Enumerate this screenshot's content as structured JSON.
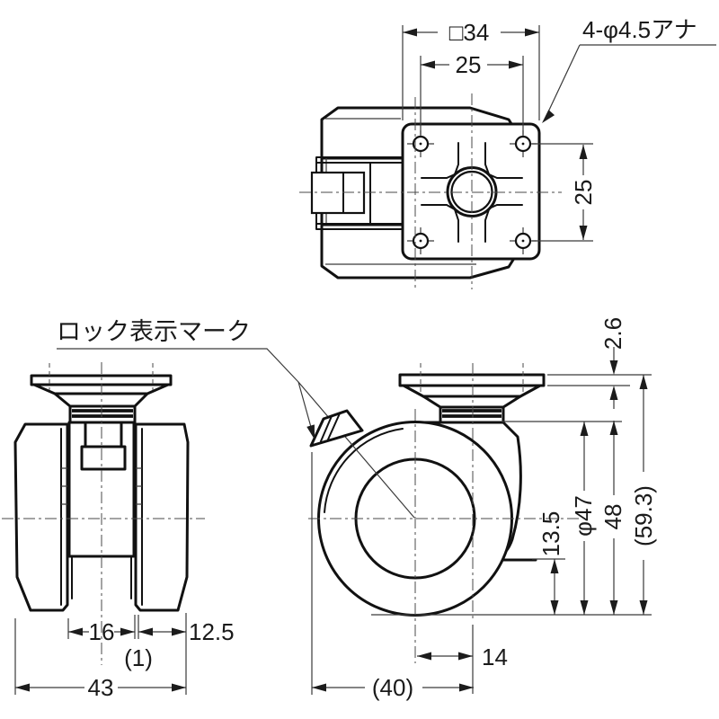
{
  "top_view": {
    "plate_size": "□34",
    "hole_pitch_h": "25",
    "hole_pitch_v": "25",
    "holes_note": "4-φ4.5アナ"
  },
  "front_view": {
    "inner_width": "16",
    "gap": "(1)",
    "wheel_width": "12.5",
    "overall_width": "43"
  },
  "side_view": {
    "plate_thickness": "2.6",
    "body_clearance": "13.5",
    "wheel_diameter": "φ47",
    "mount_height": "48",
    "overall_height": "(59.3)",
    "swivel_offset": "14",
    "overall_depth": "(40)"
  },
  "callouts": {
    "lock_mark": "ロック表示マーク"
  },
  "colors": {
    "line": "#1a1a1a",
    "thin_line": "#3a3a3a",
    "background": "#ffffff"
  }
}
